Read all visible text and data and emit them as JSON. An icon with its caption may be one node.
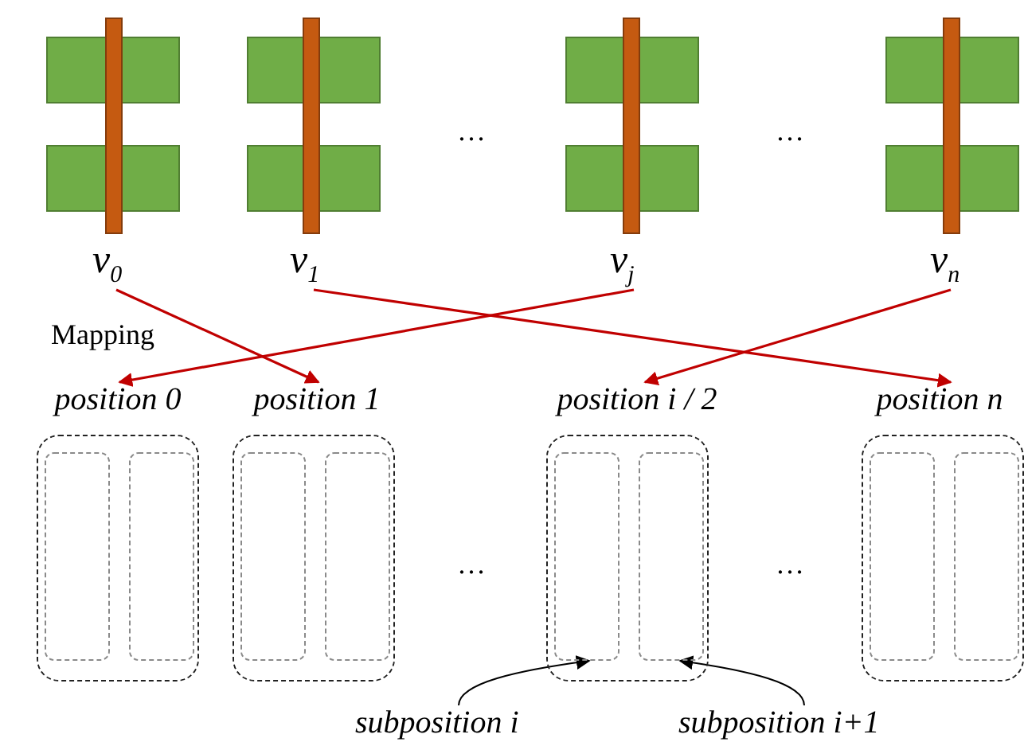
{
  "diagram": {
    "nodes": [
      {
        "text": [
          "v$_{0}$"
        ]
      },
      {
        "text": [
          "v$_{1}$"
        ]
      },
      {
        "text": [
          "v$_{j}$"
        ]
      },
      {
        "text": [
          "v$_{n}$"
        ]
      },
      {
        "text": [
          "position 0"
        ]
      },
      {
        "text": [],
        "shape": "box",
        "in": 4
      },
      {
        "text": [],
        "shape": "box",
        "in": 4
      },
      {
        "text": [
          "position 1"
        ]
      },
      {
        "text": [],
        "shape": "box",
        "in": 7
      },
      {
        "text": [],
        "shape": "box",
        "in": 7
      },
      {
        "text": [
          "position i / 2"
        ]
      },
      {
        "text": [],
        "shape": "box",
        "in": 10
      },
      {
        "text": [],
        "shape": "box",
        "in": 10
      },
      {
        "text": [
          "position n"
        ]
      },
      {
        "text": [],
        "shape": "box",
        "in": 13
      },
      {
        "text": [],
        "shape": "box",
        "in": 13
      },
      {
        "text": [
          "subposition i"
        ]
      },
      {
        "text": [
          "subposition i+1"
        ]
      }
    ],
    "edges": [
      {
        "from": 0,
        "to": 7,
        "arrow": "to"
      },
      {
        "from": 1,
        "to": 13,
        "arrow": "to"
      },
      {
        "from": 2,
        "to": 4,
        "arrow": "to"
      },
      {
        "from": 3,
        "to": 10,
        "arrow": "to"
      },
      {
        "from": 16,
        "to": 11,
        "arrow": "to",
        "color": "#000000"
      },
      {
        "from": 17,
        "to": 12,
        "arrow": "to",
        "color": "#000000"
      }
    ],
    "labels": [
      "…",
      "…",
      "Mapping",
      "…",
      "…"
    ]
  }
}
